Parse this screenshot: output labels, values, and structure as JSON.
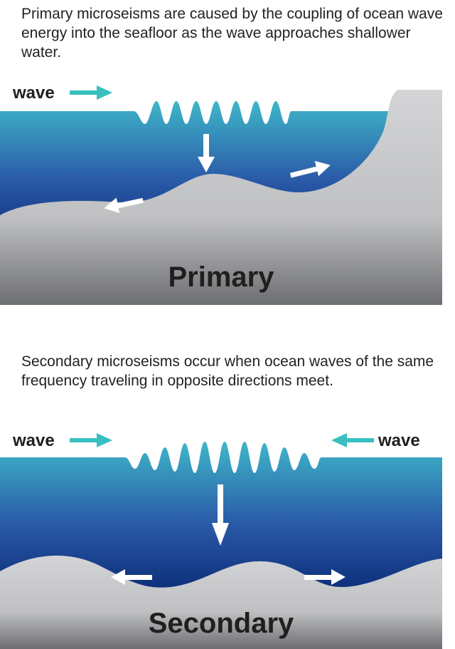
{
  "primary": {
    "caption": "Primary microseisms are caused by the coupling of ocean wave energy into the seafloor as the wave approaches shallower water.",
    "wave_label": "wave",
    "title": "Primary"
  },
  "secondary": {
    "caption": "Secondary microseisms occur when ocean waves of the same frequency traveling in opposite directions meet.",
    "wave_label_left": "wave",
    "wave_label_right": "wave",
    "title": "Secondary"
  },
  "colors": {
    "water_top": "#3fb6c9",
    "water_bottom": "#0d2f7a",
    "seafloor_top": "#cfd0d2",
    "seafloor_bottom": "#6d6e71",
    "wave_arrow": "#38bfc0",
    "motion_arrow": "#ffffff",
    "text": "#222222"
  }
}
